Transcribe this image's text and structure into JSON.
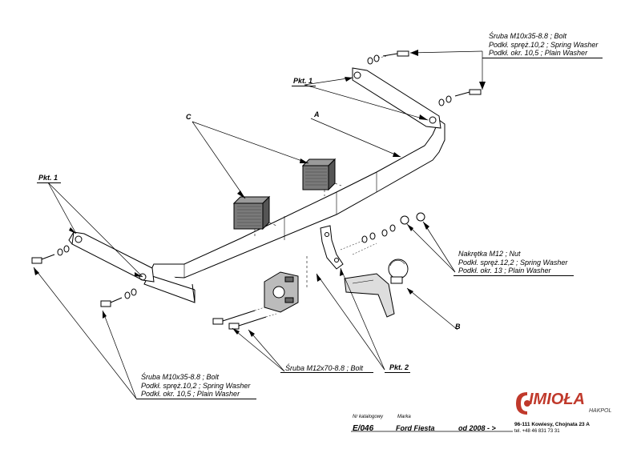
{
  "labels": {
    "a": "A",
    "b": "B",
    "c": "C",
    "pkt1_left": "Pkt. 1",
    "pkt1_top": "Pkt. 1",
    "pkt2": "Pkt. 2"
  },
  "callouts": {
    "top_right": [
      "Śruba M10x35-8.8 ;  Bolt",
      "Podkł. spręż.10,2 ;  Spring Washer",
      "Podkł. okr. 10,5 ;  Plain Washer"
    ],
    "mid_right": [
      "Nakrętka  M12 ;  Nut",
      "Podkł. spręż.12,2 ;  Spring Washer",
      "Podkł. okr. 13 ;  Plain Washer"
    ],
    "bottom_left": [
      "Śruba M10x35-8.8 ;  Bolt",
      "Podkł. spręż.10,2 ;  Spring Washer",
      "Podkł. okr. 10,5 ;  Plain Washer"
    ],
    "bolt_m12": "Śruba M12x70-8.8 ;  Bolt"
  },
  "title_block": {
    "catalog_head": "Nr katalogowy",
    "catalog_value": "E/046",
    "brand_head": "Marka",
    "brand_value": "Ford Fiesta",
    "date_value": "od 2008 - >"
  },
  "company": {
    "name": "IMIOŁA",
    "sub": "HAKPOL",
    "address": "96-111 Kowiesy, Chojnata 23 A",
    "phone": "tel. +48 46 831 73 31",
    "brand_color": "#c0392b"
  }
}
